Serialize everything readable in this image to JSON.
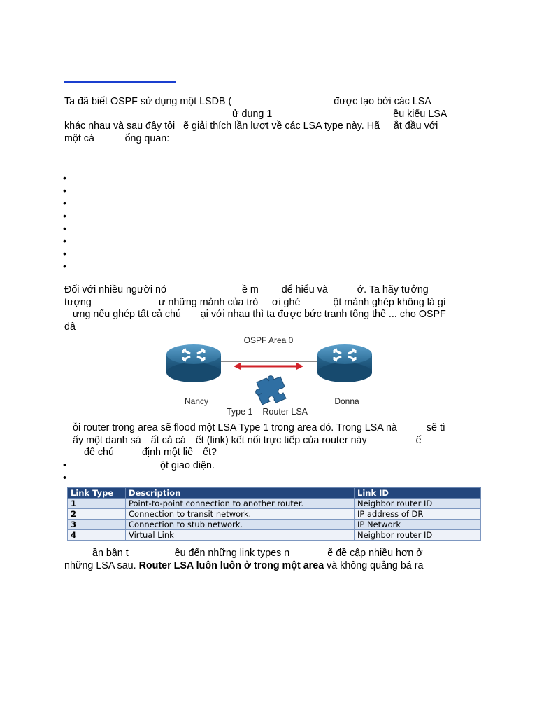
{
  "colors": {
    "link_rule": "#1a3fcf",
    "table_header_bg": "#23467d",
    "table_row_a": "#d8e2f1",
    "table_row_b": "#eef2f9",
    "arrow_red": "#d2232a",
    "router_blue": "#2b6a93"
  },
  "intro": {
    "line1a": "Ta đã biết OSPF sử dụng một LSDB (",
    "line1b": "được tạo bởi các LSA",
    "line2a": "ử dụng 1",
    "line2b": "ều kiểu LSA",
    "line3": "khác nhau và sau đây tôi   ẽ giải thích lần lượt về các LSA type này. Hã     ắt đầu với",
    "line4": "một cá           ổng quan:"
  },
  "bullet_count": 8,
  "para2": {
    "line1a": "Đối với nhiều người nó",
    "line1b": "ề m",
    "line1c": "để hiểu và",
    "line1d": "ớ. Ta hãy tưởng",
    "line2a": "tượng",
    "line2b": "ư những mảnh của trò     ơi ghé",
    "line2c": "ột mảnh ghép không là gì",
    "line3": "   ưng nếu ghép tất cả chú       ại với nhau thì ta được bức tranh tổng thể ... cho OSPF",
    "line4": "đâ"
  },
  "figure": {
    "area_label": "OSPF Area 0",
    "left_router": "Nancy",
    "right_router": "Donna",
    "caption": "Type 1 – Router LSA",
    "icons": [
      "router-icon",
      "puzzle-piece-icon",
      "double-arrow-icon"
    ]
  },
  "para3": {
    "line1a": "ỗi router trong area sẽ flood một LSA Type 1 trong area đó. Trong LSA nà",
    "line1b": "sẽ tì",
    "line2a": "ấy một danh sá",
    "line2b": "ất cả cá",
    "line2c": "ết (link) kết nối trực tiếp của router này",
    "line2d": "ế",
    "line3a": "để chú",
    "line3b": "định một liê",
    "line3c": "ết?"
  },
  "bullet_a": "ột giao diện.",
  "link_table": {
    "headers": [
      "Link Type",
      "Description",
      "Link ID"
    ],
    "rows": [
      [
        "1",
        "Point-to-point connection to another router.",
        "Neighbor router ID"
      ],
      [
        "2",
        "Connection to transit network.",
        "IP address of DR"
      ],
      [
        "3",
        "Connection to stub network.",
        "IP Network"
      ],
      [
        "4",
        "Virtual Link",
        "Neighbor router ID"
      ]
    ]
  },
  "para4": {
    "line1a": "ần bận t",
    "line1b": "ều đến những link types n",
    "line1c": "ẽ đề cập nhiều hơn ở",
    "line2a": "những LSA sau. ",
    "line2b": "Router LSA luôn luôn ở trong một area",
    "line2c": " và không quảng bá ra"
  }
}
